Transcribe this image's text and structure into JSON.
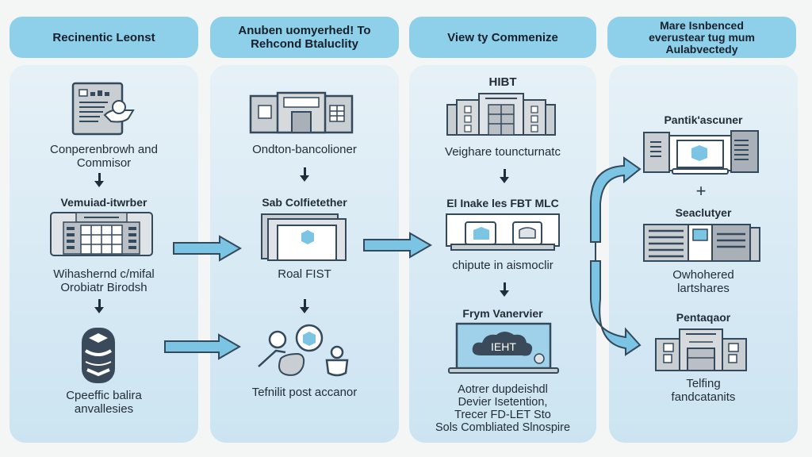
{
  "columns": [
    {
      "header": "Recinentic Leonst",
      "steps": [
        {
          "icon": "document-icon",
          "label": "Conperenbrowh and\nCommisor"
        },
        {
          "icon": "building-icon",
          "title": "Vemuiad-itwrber",
          "label": "Wihashernd c/mifal\nOrobiatr Birodsh"
        },
        {
          "icon": "database-icon",
          "label": "Cpeeffic balira\nanvallesies"
        }
      ]
    },
    {
      "header": "Anuben uomyerhed! To\nRehcond Btaluclity",
      "steps": [
        {
          "icon": "office-building-icon",
          "label": "Ondton-bancolioner"
        },
        {
          "icon": "screens-icon",
          "title": "Sab Colfietether",
          "label": "Roal FIST"
        },
        {
          "icon": "people-chat-icon",
          "label": "Tefnilit post accanor"
        }
      ]
    },
    {
      "header": "View ty Commenize",
      "steps": [
        {
          "icon": "bank-building-icon",
          "title": "HIBT",
          "label": "Veighare touncturnatc"
        },
        {
          "icon": "folders-panel-icon",
          "title": "El Inake les FBT MLC",
          "label": "chipute in aismoclir"
        },
        {
          "icon": "laptop-cloud-icon",
          "title": "Frym Vanervier",
          "cloud_text": "IEHT",
          "label": "Aotrer dupdeishdl\nDevier Isetention,\nTrecer FD-LET Sto\nSols Combliated Slnospire"
        }
      ]
    },
    {
      "header": "Mare Isnbenced\neverustear tug mum\nAulabvectedy",
      "steps": [
        {
          "icon": "computer-station-icon",
          "title": "Pantik'ascuner"
        },
        {
          "icon": "plus-icon",
          "symbol": "+"
        },
        {
          "icon": "server-rack-icon",
          "title": "Seaclutyer",
          "label": "Owhohered\nlartshares"
        },
        {
          "icon": "factory-building-icon",
          "title": "Pentaqaor",
          "label": "Telfing\nfandcatanits"
        }
      ]
    }
  ],
  "colors": {
    "pill": "#8ecfea",
    "panel": "#dbeaf4",
    "arrow_fill": "#7cc4e4",
    "stroke": "#34495c",
    "icon_gray": "#b9bfc5"
  }
}
